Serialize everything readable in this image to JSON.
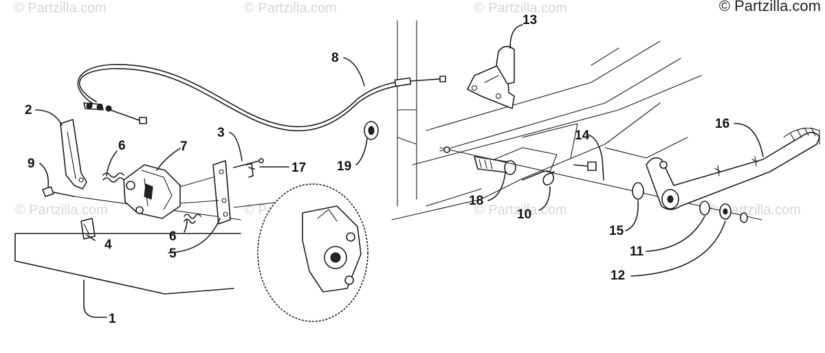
{
  "watermark": "© Partzilla.com",
  "copyright": "© Partzilla.com",
  "callouts": {
    "c1": "1",
    "c2": "2",
    "c3": "3",
    "c4": "4",
    "c5": "5",
    "c6a": "6",
    "c6b": "6",
    "c7": "7",
    "c8": "8",
    "c9": "9",
    "c10": "10",
    "c11": "11",
    "c12": "12",
    "c13": "13",
    "c14": "14",
    "c15": "15",
    "c16": "16",
    "c17": "17",
    "c18": "18",
    "c19": "19"
  }
}
